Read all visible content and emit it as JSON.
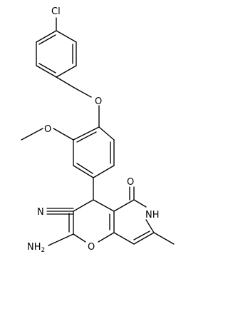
{
  "atoms": {
    "chlorine": "Cl",
    "ether_oxygen": "O",
    "methoxy_oxygen": "O",
    "nitrile_nitrogen": "N",
    "carbonyl_oxygen": "O",
    "amide_nitrogen": "NH",
    "ring_oxygen": "O",
    "amino_group": "NH"
  },
  "amino_subscript": "2",
  "colors": {
    "bond": "#000000",
    "text": "#000000",
    "background": "#ffffff"
  }
}
